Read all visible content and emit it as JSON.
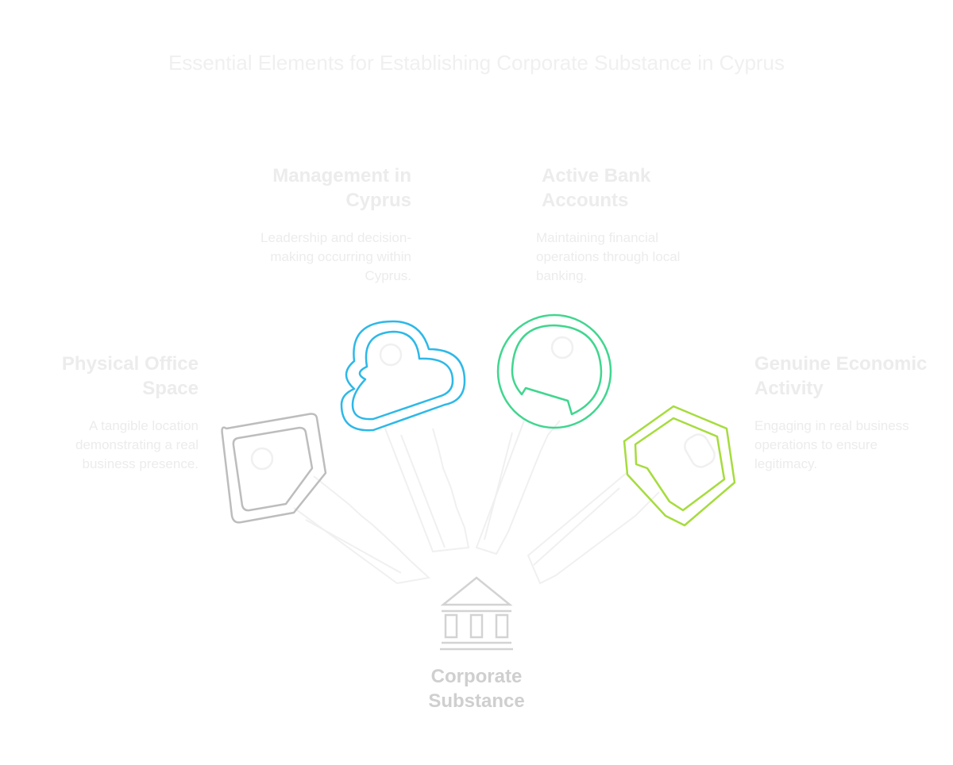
{
  "title": "Essential Elements for Establishing Corporate Substance in Cyprus",
  "center": {
    "label": "Corporate Substance",
    "icon": "bank-building-icon"
  },
  "elements": [
    {
      "heading": "Physical Office Space",
      "description": "A tangible location demonstrating a real business presence.",
      "key_shape": "rounded-pentagon",
      "color": "#bdbdbd"
    },
    {
      "heading": "Management in Cyprus",
      "description": "Leadership and decision-making occurring within Cyprus.",
      "key_shape": "cloud",
      "color": "#2db8e8"
    },
    {
      "heading": "Active Bank Accounts",
      "description": "Maintaining financial operations through local banking.",
      "key_shape": "circle",
      "color": "#40d68f"
    },
    {
      "heading": "Genuine Economic Activity",
      "description": "Engaging in real business operations to ensure legitimacy.",
      "key_shape": "hexagon",
      "color": "#a6dc3d"
    }
  ]
}
